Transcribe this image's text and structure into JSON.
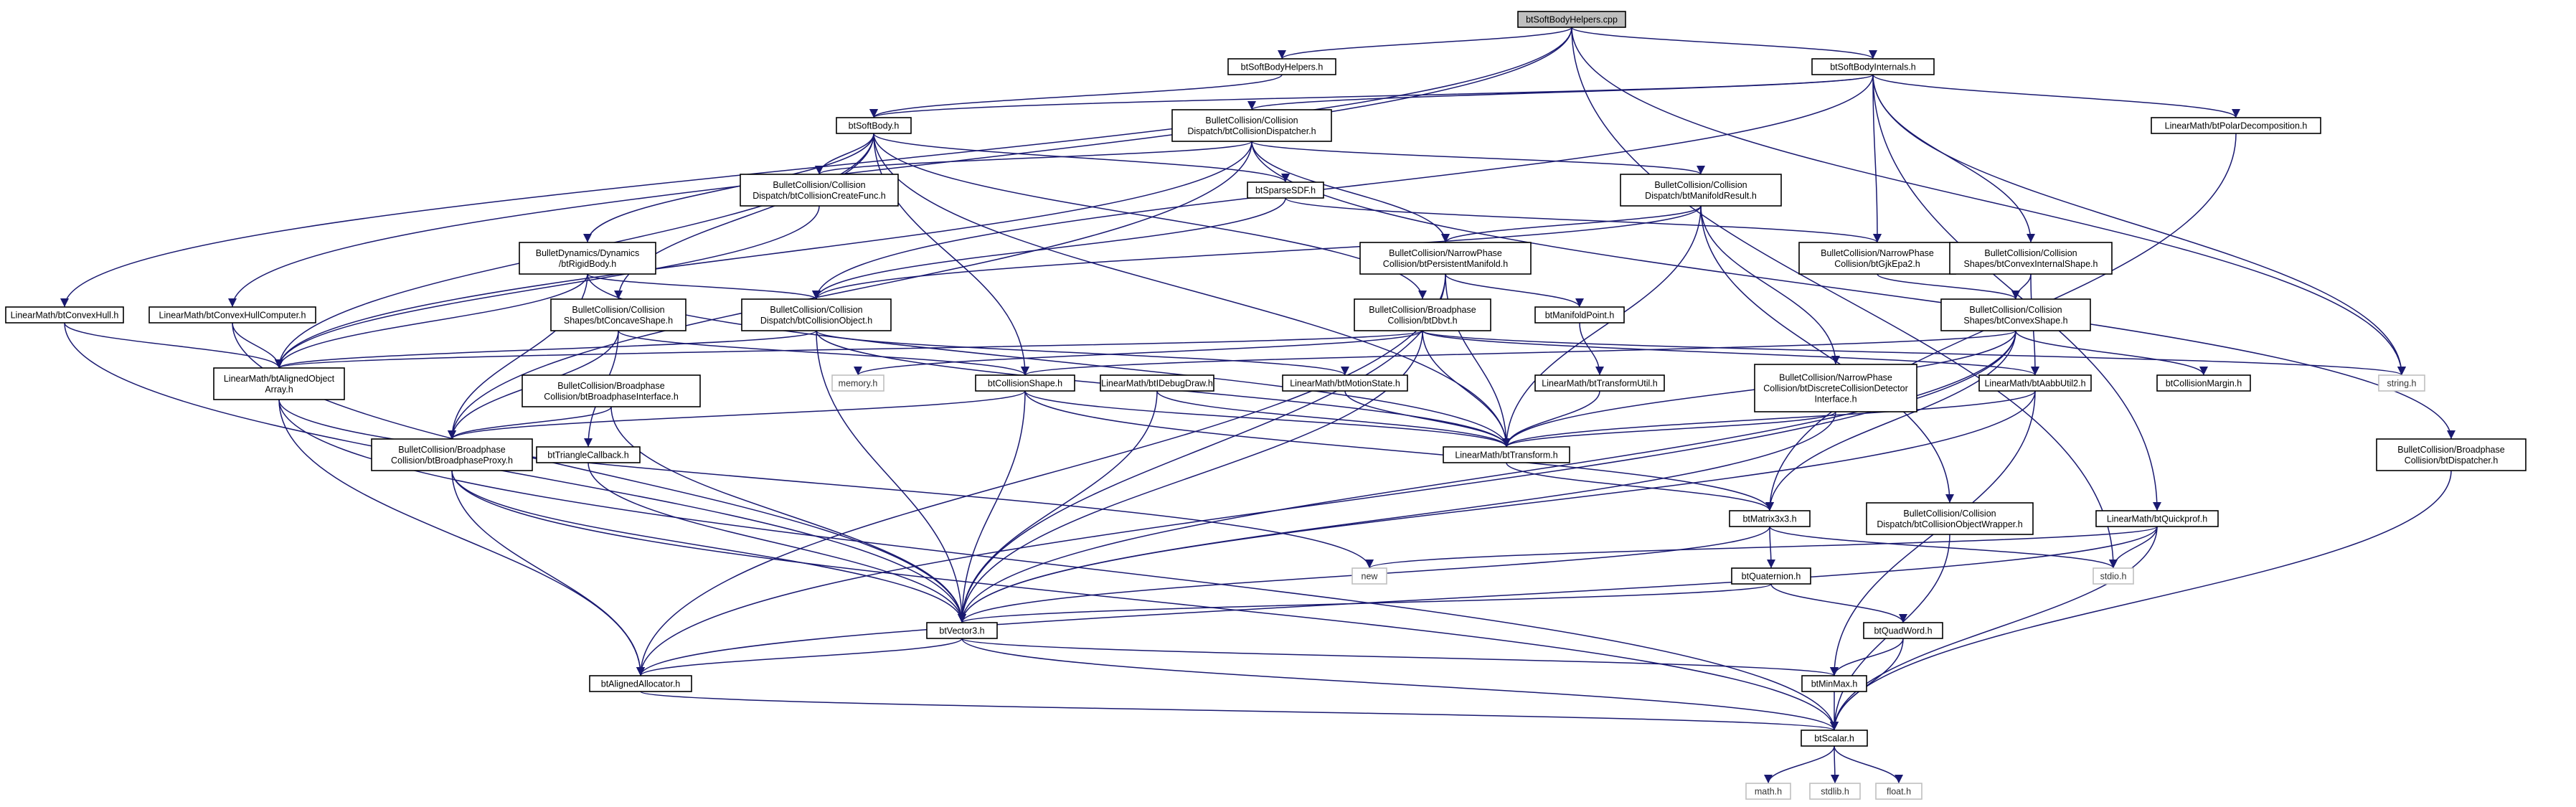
{
  "graph": {
    "nodes": [
      {
        "id": "root",
        "lines": [
          "btSoftBodyHelpers.cpp"
        ],
        "kind": "root"
      },
      {
        "id": "helpers_h",
        "lines": [
          "btSoftBodyHelpers.h"
        ]
      },
      {
        "id": "internals_h",
        "lines": [
          "btSoftBodyInternals.h"
        ]
      },
      {
        "id": "softbody_h",
        "lines": [
          "btSoftBody.h"
        ]
      },
      {
        "id": "colldisp_h",
        "lines": [
          "BulletCollision/Collision",
          "Dispatch/btCollisionDispatcher.h"
        ]
      },
      {
        "id": "polar_h",
        "lines": [
          "LinearMath/btPolarDecomposition.h"
        ]
      },
      {
        "id": "createfunc_h",
        "lines": [
          "BulletCollision/Collision",
          "Dispatch/btCollisionCreateFunc.h"
        ]
      },
      {
        "id": "sparsesdf_h",
        "lines": [
          "btSparseSDF.h"
        ]
      },
      {
        "id": "manifoldres_h",
        "lines": [
          "BulletCollision/Collision",
          "Dispatch/btManifoldResult.h"
        ]
      },
      {
        "id": "rigidbody_h",
        "lines": [
          "BulletDynamics/Dynamics",
          "/btRigidBody.h"
        ]
      },
      {
        "id": "persmanifold_h",
        "lines": [
          "BulletCollision/NarrowPhase",
          "Collision/btPersistentManifold.h"
        ]
      },
      {
        "id": "gjkepa2_h",
        "lines": [
          "BulletCollision/NarrowPhase",
          "Collision/btGjkEpa2.h"
        ]
      },
      {
        "id": "convexinternal_h",
        "lines": [
          "BulletCollision/Collision",
          "Shapes/btConvexInternalShape.h"
        ]
      },
      {
        "id": "convexhull_h",
        "lines": [
          "LinearMath/btConvexHull.h"
        ]
      },
      {
        "id": "convexhullcomp_h",
        "lines": [
          "LinearMath/btConvexHullComputer.h"
        ]
      },
      {
        "id": "concave_h",
        "lines": [
          "BulletCollision/Collision",
          "Shapes/btConcaveShape.h"
        ]
      },
      {
        "id": "collobj_h",
        "lines": [
          "BulletCollision/Collision",
          "Dispatch/btCollisionObject.h"
        ]
      },
      {
        "id": "dbvt_h",
        "lines": [
          "BulletCollision/Broadphase",
          "Collision/btDbvt.h"
        ]
      },
      {
        "id": "manifoldpoint_h",
        "lines": [
          "btManifoldPoint.h"
        ]
      },
      {
        "id": "convexshape_h",
        "lines": [
          "BulletCollision/Collision",
          "Shapes/btConvexShape.h"
        ]
      },
      {
        "id": "alignedarray_h",
        "lines": [
          "LinearMath/btAlignedObject",
          "Array.h"
        ]
      },
      {
        "id": "bpinterface_h",
        "lines": [
          "BulletCollision/Broadphase",
          "Collision/btBroadphaseInterface.h"
        ]
      },
      {
        "id": "memory_h",
        "lines": [
          "memory.h"
        ],
        "kind": "sys"
      },
      {
        "id": "collshape_h",
        "lines": [
          "btCollisionShape.h"
        ]
      },
      {
        "id": "debugdraw_h",
        "lines": [
          "LinearMath/btIDebugDraw.h"
        ]
      },
      {
        "id": "motionstate_h",
        "lines": [
          "LinearMath/btMotionState.h"
        ]
      },
      {
        "id": "transformutil_h",
        "lines": [
          "LinearMath/btTransformUtil.h"
        ]
      },
      {
        "id": "discretecd_h",
        "lines": [
          "BulletCollision/NarrowPhase",
          "Collision/btDiscreteCollisionDetector",
          "Interface.h"
        ]
      },
      {
        "id": "aabbutil_h",
        "lines": [
          "LinearMath/btAabbUtil2.h"
        ]
      },
      {
        "id": "collmargin_h",
        "lines": [
          "btCollisionMargin.h"
        ]
      },
      {
        "id": "string_h",
        "lines": [
          "string.h"
        ],
        "kind": "sys"
      },
      {
        "id": "bpproxy_h",
        "lines": [
          "BulletCollision/Broadphase",
          "Collision/btBroadphaseProxy.h"
        ]
      },
      {
        "id": "trianglecb_h",
        "lines": [
          "btTriangleCallback.h"
        ]
      },
      {
        "id": "transform_h",
        "lines": [
          "LinearMath/btTransform.h"
        ]
      },
      {
        "id": "dispatcher_h",
        "lines": [
          "BulletCollision/Broadphase",
          "Collision/btDispatcher.h"
        ]
      },
      {
        "id": "matrix_h",
        "lines": [
          "btMatrix3x3.h"
        ]
      },
      {
        "id": "objwrapper_h",
        "lines": [
          "BulletCollision/Collision",
          "Dispatch/btCollisionObjectWrapper.h"
        ]
      },
      {
        "id": "quickprof_h",
        "lines": [
          "LinearMath/btQuickprof.h"
        ]
      },
      {
        "id": "new",
        "lines": [
          "new"
        ],
        "kind": "sys"
      },
      {
        "id": "quaternion_h",
        "lines": [
          "btQuaternion.h"
        ]
      },
      {
        "id": "stdio_h",
        "lines": [
          "stdio.h"
        ],
        "kind": "sys"
      },
      {
        "id": "vector3_h",
        "lines": [
          "btVector3.h"
        ]
      },
      {
        "id": "quadword_h",
        "lines": [
          "btQuadWord.h"
        ]
      },
      {
        "id": "alignedalloc_h",
        "lines": [
          "btAlignedAllocator.h"
        ]
      },
      {
        "id": "minmax_h",
        "lines": [
          "btMinMax.h"
        ]
      },
      {
        "id": "scalar_h",
        "lines": [
          "btScalar.h"
        ]
      },
      {
        "id": "math_h",
        "lines": [
          "math.h"
        ],
        "kind": "sys"
      },
      {
        "id": "stdlib_h",
        "lines": [
          "stdlib.h"
        ],
        "kind": "sys"
      },
      {
        "id": "float_h",
        "lines": [
          "float.h"
        ],
        "kind": "sys"
      }
    ],
    "edges": [
      [
        "root",
        "helpers_h"
      ],
      [
        "root",
        "internals_h"
      ],
      [
        "root",
        "convexhull_h"
      ],
      [
        "root",
        "convexhullcomp_h"
      ],
      [
        "root",
        "string_h"
      ],
      [
        "root",
        "stdio_h"
      ],
      [
        "helpers_h",
        "softbody_h"
      ],
      [
        "internals_h",
        "softbody_h"
      ],
      [
        "internals_h",
        "colldisp_h"
      ],
      [
        "internals_h",
        "polar_h"
      ],
      [
        "internals_h",
        "gjkepa2_h"
      ],
      [
        "internals_h",
        "convexinternal_h"
      ],
      [
        "internals_h",
        "collobj_h"
      ],
      [
        "internals_h",
        "quickprof_h"
      ],
      [
        "internals_h",
        "string_h"
      ],
      [
        "softbody_h",
        "alignedarray_h"
      ],
      [
        "softbody_h",
        "transform_h"
      ],
      [
        "softbody_h",
        "createfunc_h"
      ],
      [
        "softbody_h",
        "sparsesdf_h"
      ],
      [
        "softbody_h",
        "rigidbody_h"
      ],
      [
        "softbody_h",
        "concave_h"
      ],
      [
        "softbody_h",
        "dbvt_h"
      ],
      [
        "softbody_h",
        "collshape_h"
      ],
      [
        "colldisp_h",
        "createfunc_h"
      ],
      [
        "colldisp_h",
        "manifoldres_h"
      ],
      [
        "colldisp_h",
        "persmanifold_h"
      ],
      [
        "colldisp_h",
        "alignedarray_h"
      ],
      [
        "colldisp_h",
        "bpproxy_h"
      ],
      [
        "colldisp_h",
        "dispatcher_h"
      ],
      [
        "polar_h",
        "matrix_h"
      ],
      [
        "createfunc_h",
        "alignedarray_h"
      ],
      [
        "sparsesdf_h",
        "collobj_h"
      ],
      [
        "sparsesdf_h",
        "gjkepa2_h"
      ],
      [
        "manifoldres_h",
        "persmanifold_h"
      ],
      [
        "manifoldres_h",
        "discretecd_h"
      ],
      [
        "manifoldres_h",
        "collobj_h"
      ],
      [
        "manifoldres_h",
        "transform_h"
      ],
      [
        "manifoldres_h",
        "objwrapper_h"
      ],
      [
        "rigidbody_h",
        "alignedarray_h"
      ],
      [
        "rigidbody_h",
        "collobj_h"
      ],
      [
        "rigidbody_h",
        "transform_h"
      ],
      [
        "rigidbody_h",
        "bpproxy_h"
      ],
      [
        "persmanifold_h",
        "manifoldpoint_h"
      ],
      [
        "persmanifold_h",
        "alignedalloc_h"
      ],
      [
        "persmanifold_h",
        "transform_h"
      ],
      [
        "persmanifold_h",
        "vector3_h"
      ],
      [
        "gjkepa2_h",
        "convexshape_h"
      ],
      [
        "convexinternal_h",
        "convexshape_h"
      ],
      [
        "convexinternal_h",
        "aabbutil_h"
      ],
      [
        "convexhull_h",
        "alignedarray_h"
      ],
      [
        "convexhull_h",
        "vector3_h"
      ],
      [
        "convexhullcomp_h",
        "alignedarray_h"
      ],
      [
        "convexhullcomp_h",
        "vector3_h"
      ],
      [
        "concave_h",
        "collshape_h"
      ],
      [
        "concave_h",
        "trianglecb_h"
      ],
      [
        "concave_h",
        "bpproxy_h"
      ],
      [
        "collobj_h",
        "alignedarray_h"
      ],
      [
        "collobj_h",
        "transform_h"
      ],
      [
        "collobj_h",
        "motionstate_h"
      ],
      [
        "collobj_h",
        "vector3_h"
      ],
      [
        "dbvt_h",
        "alignedarray_h"
      ],
      [
        "dbvt_h",
        "vector3_h"
      ],
      [
        "dbvt_h",
        "transform_h"
      ],
      [
        "dbvt_h",
        "aabbutil_h"
      ],
      [
        "dbvt_h",
        "memory_h"
      ],
      [
        "dbvt_h",
        "string_h"
      ],
      [
        "manifoldpoint_h",
        "transformutil_h"
      ],
      [
        "convexshape_h",
        "collshape_h"
      ],
      [
        "convexshape_h",
        "vector3_h"
      ],
      [
        "convexshape_h",
        "transform_h"
      ],
      [
        "convexshape_h",
        "matrix_h"
      ],
      [
        "convexshape_h",
        "collmargin_h"
      ],
      [
        "convexshape_h",
        "alignedalloc_h"
      ],
      [
        "alignedarray_h",
        "alignedalloc_h"
      ],
      [
        "alignedarray_h",
        "new"
      ],
      [
        "alignedarray_h",
        "scalar_h"
      ],
      [
        "bpinterface_h",
        "bpproxy_h"
      ],
      [
        "bpinterface_h",
        "vector3_h"
      ],
      [
        "collshape_h",
        "transform_h"
      ],
      [
        "collshape_h",
        "vector3_h"
      ],
      [
        "collshape_h",
        "matrix_h"
      ],
      [
        "collshape_h",
        "bpproxy_h"
      ],
      [
        "debugdraw_h",
        "vector3_h"
      ],
      [
        "debugdraw_h",
        "transform_h"
      ],
      [
        "motionstate_h",
        "transform_h"
      ],
      [
        "transformutil_h",
        "transform_h"
      ],
      [
        "discretecd_h",
        "transform_h"
      ],
      [
        "discretecd_h",
        "vector3_h"
      ],
      [
        "aabbutil_h",
        "vector3_h"
      ],
      [
        "aabbutil_h",
        "transform_h"
      ],
      [
        "aabbutil_h",
        "minmax_h"
      ],
      [
        "bpproxy_h",
        "vector3_h"
      ],
      [
        "bpproxy_h",
        "alignedalloc_h"
      ],
      [
        "bpproxy_h",
        "scalar_h"
      ],
      [
        "trianglecb_h",
        "vector3_h"
      ],
      [
        "transform_h",
        "matrix_h"
      ],
      [
        "dispatcher_h",
        "scalar_h"
      ],
      [
        "matrix_h",
        "vector3_h"
      ],
      [
        "matrix_h",
        "quaternion_h"
      ],
      [
        "matrix_h",
        "stdio_h"
      ],
      [
        "objwrapper_h",
        "scalar_h"
      ],
      [
        "quickprof_h",
        "scalar_h"
      ],
      [
        "quickprof_h",
        "new"
      ],
      [
        "quickprof_h",
        "stdio_h"
      ],
      [
        "quickprof_h",
        "alignedalloc_h"
      ],
      [
        "quaternion_h",
        "vector3_h"
      ],
      [
        "quaternion_h",
        "quadword_h"
      ],
      [
        "vector3_h",
        "alignedalloc_h"
      ],
      [
        "vector3_h",
        "minmax_h"
      ],
      [
        "vector3_h",
        "scalar_h"
      ],
      [
        "quadword_h",
        "scalar_h"
      ],
      [
        "quadword_h",
        "minmax_h"
      ],
      [
        "alignedalloc_h",
        "scalar_h"
      ],
      [
        "minmax_h",
        "scalar_h"
      ],
      [
        "scalar_h",
        "math_h"
      ],
      [
        "scalar_h",
        "stdlib_h"
      ],
      [
        "scalar_h",
        "float_h"
      ]
    ]
  }
}
